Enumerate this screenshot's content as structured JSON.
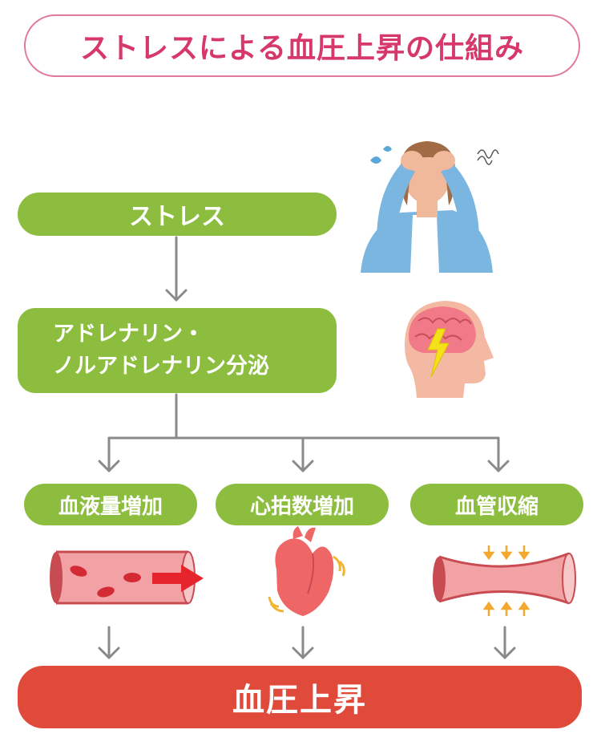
{
  "title": "ストレスによる血圧上昇の仕組み",
  "steps": {
    "stress": "ストレス",
    "hormone_line1": "アドレナリン・",
    "hormone_line2": "ノルアドレナリン分泌"
  },
  "effects": [
    {
      "label": "血液量増加",
      "icon": "blood-flow-vessel-icon"
    },
    {
      "label": "心拍数増加",
      "icon": "beating-heart-icon"
    },
    {
      "label": "血管収縮",
      "icon": "constricted-vessel-icon"
    }
  ],
  "result": "血圧上昇",
  "illustrations": {
    "stressed_person": "stressed-woman-icon",
    "brain": "brain-lightning-icon"
  },
  "colors": {
    "title": "#d6386a",
    "title_border": "#e0799a",
    "step_green": "#8cbd3f",
    "result_red": "#e04a3a",
    "arrow_gray": "#8a8a8a"
  }
}
